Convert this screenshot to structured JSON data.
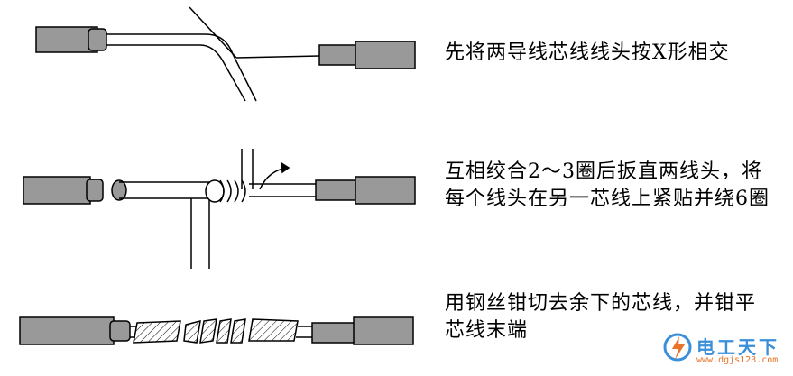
{
  "steps": [
    {
      "lines": [
        "先将两导线芯线线头按X形相交"
      ]
    },
    {
      "lines": [
        "互相绞合2～3圈后扳直两线头，将",
        "每个线头在另一芯线上紧贴并绕6圈"
      ]
    },
    {
      "lines": [
        "用钢丝钳切去余下的芯线，并钳平",
        "芯线末端"
      ]
    }
  ],
  "watermark": {
    "name": "电工天下",
    "url": "www.dgjs123.com"
  },
  "colors": {
    "insulation": "#9a9a9a",
    "line": "#000000",
    "logo_blue": "#3a8fd8",
    "logo_orange": "#e8742a"
  }
}
